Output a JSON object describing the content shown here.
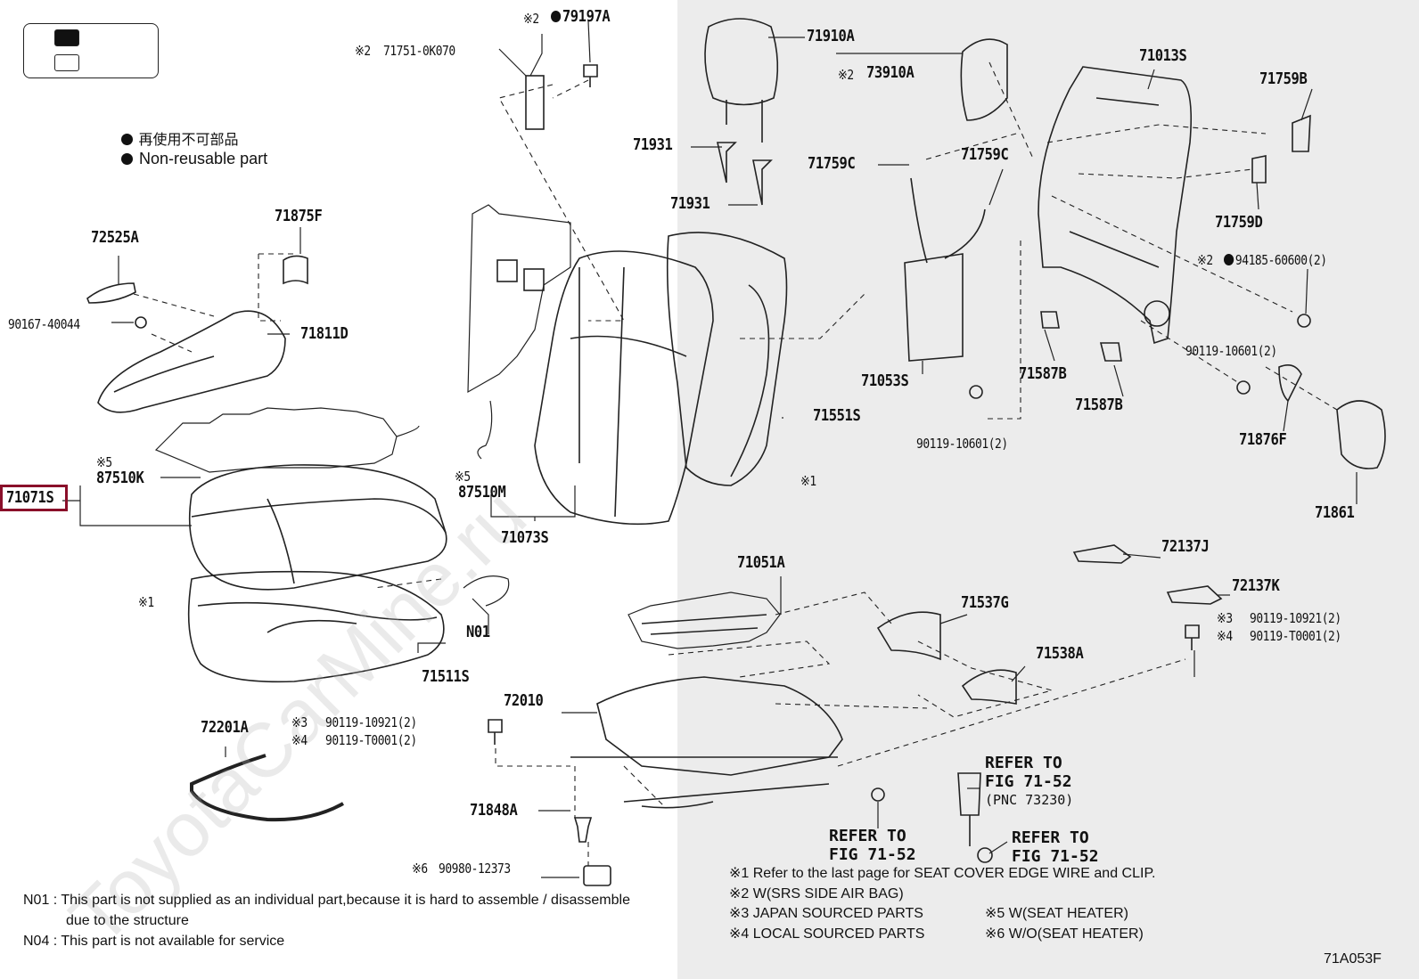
{
  "legend": {
    "nonreusable_jp": "再使用不可部品",
    "nonreusable_en": "Non-reusable part"
  },
  "watermark": "ToyotaCarMine.ru",
  "parts": {
    "p71071S": "71071S",
    "p87510K": "87510K",
    "p87510K_note": "※5",
    "p72525A": "72525A",
    "p71875F": "71875F",
    "p90167": "90167-40044",
    "p71811D": "71811D",
    "p71511S": "71511S",
    "pN01": "N01",
    "p1note_left": "※1",
    "p72201A": "72201A",
    "p90119_10921_a": "90119-10921(2)",
    "p90119_10921_a_note": "※3",
    "p90119_T0001_a": "90119-T0001(2)",
    "p90119_T0001_a_note": "※4",
    "p71848A": "71848A",
    "p90980": "90980-12373",
    "p90980_note": "※6",
    "p79197A": "79197A",
    "p79197A_note": "※2",
    "p71751": "71751-0K070",
    "p71751_note": "※2",
    "p87510M": "87510M",
    "p87510M_note": "※5",
    "p71073S": "71073S",
    "p72010": "72010",
    "p71910A": "71910A",
    "p73910A": "73910A",
    "p73910A_note": "※2",
    "p71931_a": "71931",
    "p71931_b": "71931",
    "p71551S": "71551S",
    "p71759C_a": "71759C",
    "p71759C_b": "71759C",
    "p71013S": "71013S",
    "p71759B": "71759B",
    "p71759D": "71759D",
    "p94185": "94185-60600(2)",
    "p94185_note": "※2",
    "p71053S": "71053S",
    "p71587B_a": "71587B",
    "p71587B_b": "71587B",
    "p90119_10601_a": "90119-10601(2)",
    "p90119_10601_b": "90119-10601(2)",
    "p71876F": "71876F",
    "p71861": "71861",
    "p1note_mid": "※1",
    "p71051A": "71051A",
    "p72137J": "72137J",
    "p72137K": "72137K",
    "p90119_10921_b": "90119-10921(2)",
    "p90119_10921_b_note": "※3",
    "p90119_T0001_b": "90119-T0001(2)",
    "p90119_T0001_b_note": "※4",
    "p71537G": "71537G",
    "p71538A": "71538A"
  },
  "refs": {
    "r1_line1": "REFER TO",
    "r1_line2": "FIG 71-52",
    "r1_line3": "(PNC 73230)",
    "r2_line1": "REFER TO",
    "r2_line2": "FIG 71-52",
    "r3_line1": "REFER TO",
    "r3_line2": "FIG 71-52"
  },
  "notes": {
    "n01_label": "N01 :",
    "n01_text": "This part is not supplied as an individual part,because it is hard to assemble / disassemble",
    "n01_text2": "due to the structure",
    "n04_label": "N04 :",
    "n04_text": "This part is not available for service",
    "k1": "※1   Refer to the last page for SEAT COVER EDGE WIRE and CLIP.",
    "k2": "※2   W(SRS SIDE AIR BAG)",
    "k3": "※3   JAPAN SOURCED PARTS",
    "k4": "※4   LOCAL SOURCED PARTS",
    "k5": "※5   W(SEAT HEATER)",
    "k6": "※6   W/O(SEAT HEATER)"
  },
  "figure_code": "71A053F",
  "colors": {
    "highlight": "#8a0f2a",
    "shade": "#ececec",
    "ink": "#111111"
  }
}
